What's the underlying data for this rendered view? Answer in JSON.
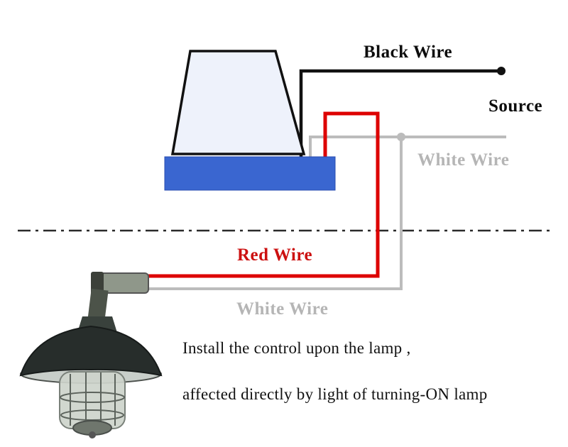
{
  "labels": {
    "black_wire": "Black Wire",
    "source": "Source",
    "white_wire_upper": "White Wire",
    "red_wire": "Red Wire",
    "white_wire_lower": "White Wire"
  },
  "caption": {
    "line1": "Install the control upon the lamp ,",
    "line2": "affected directly by light of turning-ON lamp"
  },
  "colors": {
    "black_wire": "#111111",
    "white_wire": "#bcbcbc",
    "red_wire": "#dd0000",
    "sensor_base": "#3a66d0",
    "sensor_body": "#eef2fb",
    "label_gray": "#b5b5b5",
    "label_red": "#cc1111"
  }
}
